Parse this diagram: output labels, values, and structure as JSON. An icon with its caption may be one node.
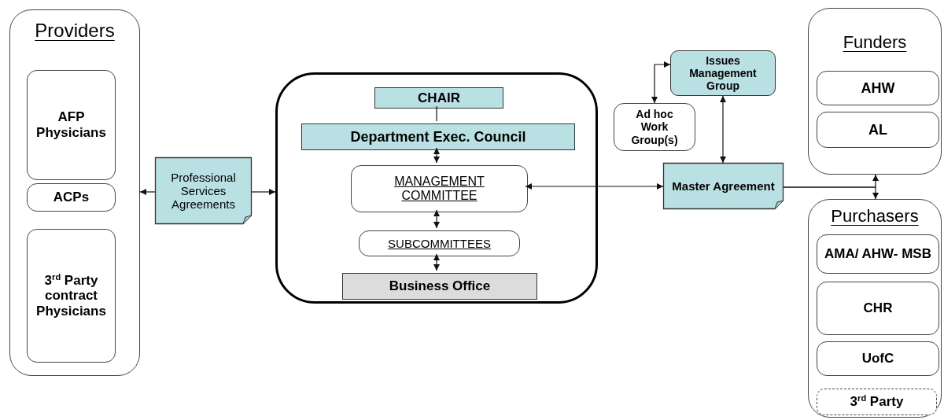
{
  "diagram": {
    "nodes": [
      {
        "text": [
          "Providers"
        ]
      },
      {
        "text": [
          "AFP Physicians"
        ],
        "in": 0
      },
      {
        "text": [
          "ACPs"
        ],
        "in": 0
      },
      {
        "text": [
          "3$^{rd}$ Party contract Physicians"
        ],
        "in": 0
      },
      {
        "text": [
          "Professional Services Agreements"
        ]
      },
      {
        "text": [],
        "shape": "box"
      },
      {
        "text": [
          "CHAIR"
        ],
        "in": 5
      },
      {
        "text": [
          "Department Exec. Council"
        ],
        "in": 5
      },
      {
        "text": [
          "MANAGEMENT COMMITTEE"
        ],
        "in": 5
      },
      {
        "text": [
          "SUBCOMMITTEES"
        ],
        "in": 5
      },
      {
        "text": [
          "Business Office"
        ],
        "in": 5
      },
      {
        "text": [
          "Issues Management Group"
        ]
      },
      {
        "text": [
          "Ad hoc Work Group(s)"
        ]
      },
      {
        "text": [
          "Master Agreement"
        ]
      },
      {
        "text": [
          "Funders"
        ]
      },
      {
        "text": [
          "AHW"
        ],
        "in": 14
      },
      {
        "text": [
          "AL"
        ],
        "in": 14
      },
      {
        "text": [
          "Purchasers"
        ]
      },
      {
        "text": [
          "AMA/ AHW- MSB"
        ],
        "in": 17
      },
      {
        "text": [
          "CHR"
        ],
        "in": 17
      },
      {
        "text": [
          "UofC"
        ],
        "in": 17
      },
      {
        "text": [
          "3$^{rd}$ Party"
        ],
        "in": 17
      }
    ],
    "edges": [
      {
        "from": 4,
        "to": 0,
        "arrow": "to"
      },
      {
        "from": 4,
        "to": 5,
        "arrow": "to"
      },
      {
        "from": 6,
        "to": 7,
        "arrow": "none"
      },
      {
        "from": 7,
        "to": 8,
        "arrow": "both"
      },
      {
        "from": 8,
        "to": 9,
        "arrow": "both"
      },
      {
        "from": 9,
        "to": 10,
        "arrow": "both"
      },
      {
        "from": 8,
        "to": 13,
        "arrow": "both"
      },
      {
        "from": 11,
        "to": 12,
        "arrow": "both"
      },
      {
        "from": 11,
        "to": 13,
        "arrow": "both"
      },
      {
        "from": 13,
        "to": 14,
        "arrow": "to"
      },
      {
        "from": 13,
        "to": 17,
        "arrow": "to"
      }
    ]
  }
}
